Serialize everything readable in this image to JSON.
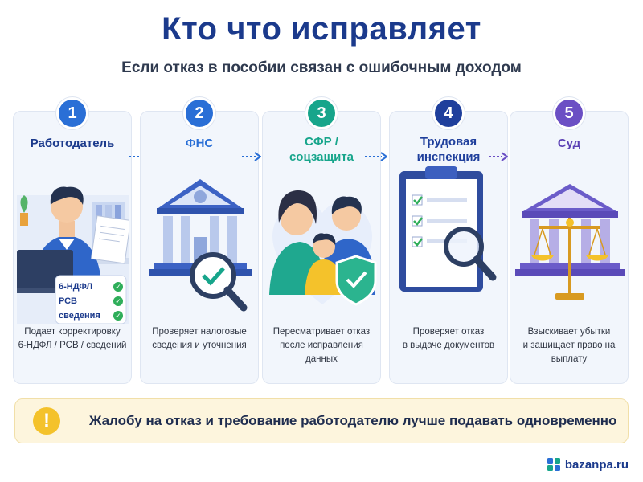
{
  "title": "Кто что исправляет",
  "subtitle": "Если отказ в пособии связан с ошибочным доходом",
  "steps": [
    {
      "number": "1",
      "label": "Работодатель",
      "desc_lines": [
        "Подает корректировку",
        "6-НДФЛ / РСВ / сведений"
      ],
      "tags": [
        "6-НДФЛ",
        "РСВ",
        "сведения"
      ],
      "color": "#2a6fd6"
    },
    {
      "number": "2",
      "label": "ФНС",
      "desc_lines": [
        "Проверяет налоговые",
        "сведения и уточнения"
      ],
      "color": "#2a6fd6"
    },
    {
      "number": "3",
      "label_lines": [
        "СФР /",
        "соцзащита"
      ],
      "desc_lines": [
        "Пересматривает отказ",
        "после исправления данных"
      ],
      "color": "#17a58b"
    },
    {
      "number": "4",
      "label_lines": [
        "Трудовая",
        "инспекция"
      ],
      "desc_lines": [
        "Проверяет отказ",
        "в выдаче документов"
      ],
      "color": "#1f3f9c"
    },
    {
      "number": "5",
      "label": "Суд",
      "desc_lines": [
        "Взыскивает убытки",
        "и защищает право на выплату"
      ],
      "color": "#6b4fc4"
    }
  ],
  "banner": {
    "text": "Жалобу на отказ и требование работодателю лучше подавать одновременно",
    "icon": "exclamation-icon"
  },
  "logo": {
    "text": "bazanpa.ru"
  }
}
